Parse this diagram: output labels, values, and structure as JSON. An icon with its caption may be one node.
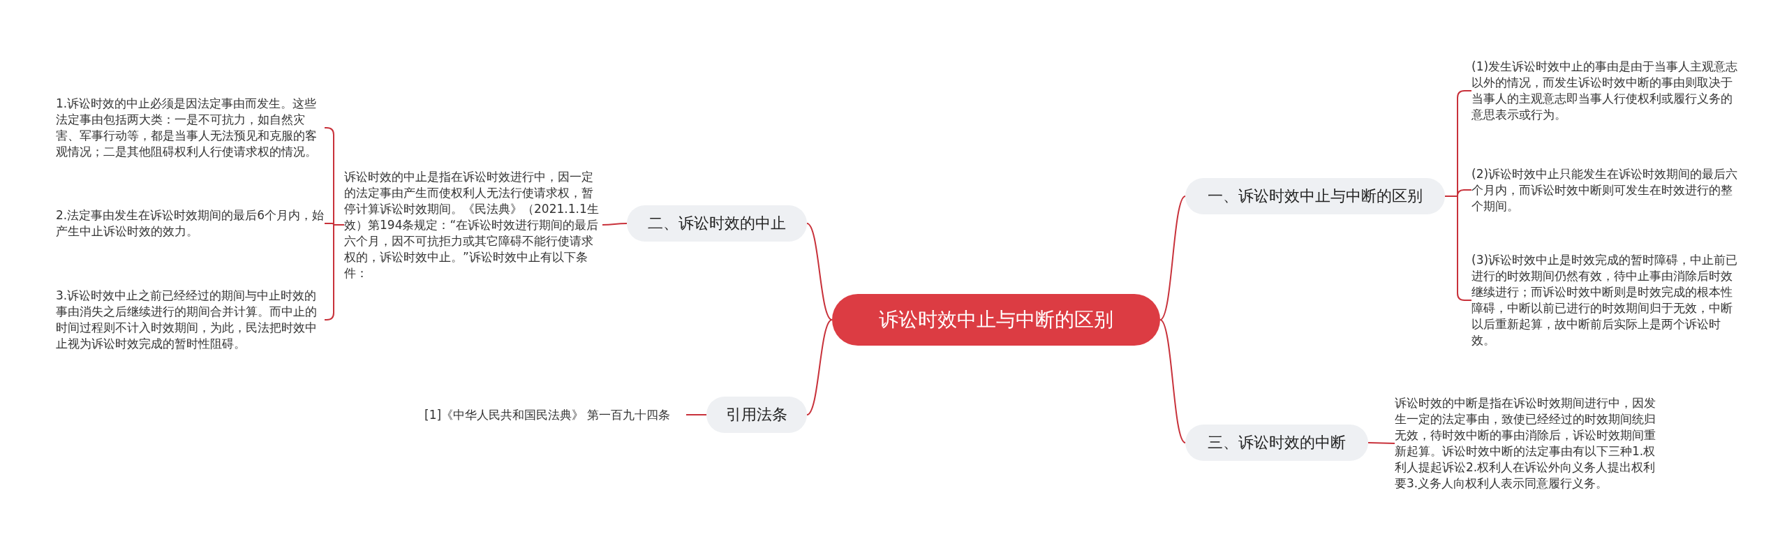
{
  "diagram": {
    "nodes": [
      {
        "text": [
          "诉讼时效中止与中断的区别"
        ]
      },
      {
        "text": [
          "一、诉讼时效中止与中断的区别"
        ]
      },
      {
        "text": [
          "(1)发生诉讼时效中止的事由是由于当事人主观意志以外的情况，而发生诉讼时效中断的事由则取决于当事人的主观意志即当事人行使权利或履行义务的意思表示或行为。"
        ]
      },
      {
        "text": [
          "(2)诉讼时效中止只能发生在诉讼时效期间的最后六个月内，而诉讼时效中断则可发生在时效进行的整个期间。"
        ]
      },
      {
        "text": [
          "(3)诉讼时效中止是时效完成的暂时障碍，中止前已进行的时效期间仍然有效，待中止事由消除后时效继续进行；而诉讼时效中断则是时效完成的根本性障碍，中断以前已进行的时效期间归于无效，中断以后重新起算，故中断前后实际上是两个诉讼时效。"
        ]
      },
      {
        "text": [
          "二、诉讼时效的中止"
        ]
      },
      {
        "text": [
          "诉讼时效的中止是指在诉讼时效进行中，因一定的法定事由产生而使权利人无法行使请求权，暂停计算诉讼时效期间。《民法典》（2021.1.1生效）第194条规定：“在诉讼时效进行期间的最后六个月，因不可抗拒力或其它障碍不能行使请求权的，诉讼时效中止。”诉讼时效中止有以下条件："
        ]
      },
      {
        "text": [
          "1.诉讼时效的中止必须是因法定事由而发生。这些法定事由包括两大类：一是不可抗力，如自然灾害、军事行动等，都是当事人无法预见和克服的客观情况；二是其他阻碍权利人行使请求权的情况。"
        ]
      },
      {
        "text": [
          "2.法定事由发生在诉讼时效期间的最后6个月内，始产生中止诉讼时效的效力。"
        ]
      },
      {
        "text": [
          "3.诉讼时效中止之前已经经过的期间与中止时效的事由消失之后继续进行的期间合并计算。而中止的时间过程则不计入时效期间，为此，民法把时效中止视为诉讼时效完成的暂时性阻碍。"
        ]
      },
      {
        "text": [
          "引用法条"
        ]
      },
      {
        "text": [
          "[1]《中华人民共和国民法典》 第一百九十四条"
        ]
      },
      {
        "text": [
          "三、诉讼时效的中断"
        ]
      },
      {
        "text": [
          "诉讼时效的中断是指在诉讼时效期间进行中，因发生一定的法定事由，致使已经经过的时效期间统归无效，待时效中断的事由消除后，诉讼时效期间重新起算。诉讼时效中断的法定事由有以下三种1.权利人提起诉讼2.权利人在诉讼外向义务人提出权利要3.义务人向权利人表示同意履行义务。"
        ]
      }
    ],
    "edges": [
      {
        "from": 0,
        "to": 1,
        "arrow": "none"
      },
      {
        "from": 1,
        "to": 2,
        "arrow": "none"
      },
      {
        "from": 1,
        "to": 3,
        "arrow": "none"
      },
      {
        "from": 1,
        "to": 4,
        "arrow": "none"
      },
      {
        "from": 0,
        "to": 5,
        "arrow": "none"
      },
      {
        "from": 5,
        "to": 6,
        "arrow": "none"
      },
      {
        "from": 6,
        "to": 7,
        "arrow": "none"
      },
      {
        "from": 6,
        "to": 8,
        "arrow": "none"
      },
      {
        "from": 6,
        "to": 9,
        "arrow": "none"
      },
      {
        "from": 0,
        "to": 10,
        "arrow": "none"
      },
      {
        "from": 10,
        "to": 11,
        "arrow": "none"
      },
      {
        "from": 0,
        "to": 12,
        "arrow": "none"
      },
      {
        "from": 12,
        "to": 13,
        "arrow": "none"
      }
    ]
  }
}
